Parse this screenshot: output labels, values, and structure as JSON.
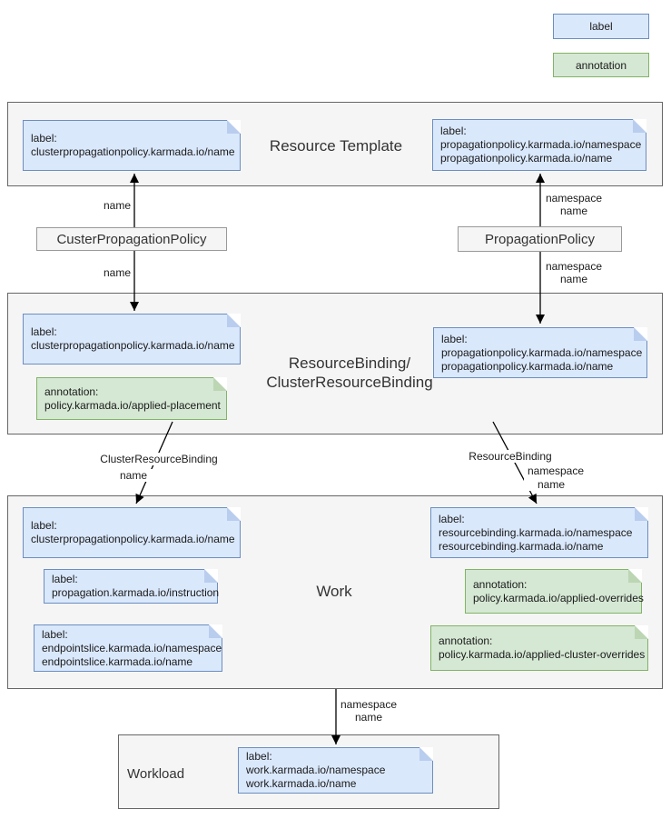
{
  "legend": {
    "label": "label",
    "annotation": "annotation"
  },
  "containers": {
    "resource_template": {
      "title": "Resource Template"
    },
    "resource_binding": {
      "title_line1": "ResourceBinding/",
      "title_line2": "ClusterResourceBinding"
    },
    "work": {
      "title": "Work"
    },
    "workload": {
      "title": "Workload"
    }
  },
  "policies": {
    "cluster_propagation_policy": "CusterPropagationPolicy",
    "propagation_policy": "PropagationPolicy"
  },
  "notes": {
    "rt_label_left": {
      "type": "label",
      "lines": [
        "label:",
        "clusterpropagationpolicy.karmada.io/name"
      ]
    },
    "rt_label_right": {
      "type": "label",
      "lines": [
        "label:",
        "propagationpolicy.karmada.io/namespace",
        "propagationpolicy.karmada.io/name"
      ]
    },
    "rb_label_left": {
      "type": "label",
      "lines": [
        "label:",
        "clusterpropagationpolicy.karmada.io/name"
      ]
    },
    "rb_annotation_placement": {
      "type": "annotation",
      "lines": [
        "annotation:",
        "policy.karmada.io/applied-placement"
      ]
    },
    "rb_label_right": {
      "type": "label",
      "lines": [
        "label:",
        "propagationpolicy.karmada.io/namespace",
        "propagationpolicy.karmada.io/name"
      ]
    },
    "work_label_cpp": {
      "type": "label",
      "lines": [
        "label:",
        "clusterpropagationpolicy.karmada.io/name"
      ]
    },
    "work_label_instruction": {
      "type": "label",
      "lines": [
        "label:",
        "propagation.karmada.io/instruction"
      ]
    },
    "work_label_endpointslice": {
      "type": "label",
      "lines": [
        "label:",
        "endpointslice.karmada.io/namespace",
        "endpointslice.karmada.io/name"
      ]
    },
    "work_label_resourcebinding": {
      "type": "label",
      "lines": [
        "label:",
        "resourcebinding.karmada.io/namespace",
        "resourcebinding.karmada.io/name"
      ]
    },
    "work_annotation_overrides": {
      "type": "annotation",
      "lines": [
        "annotation:",
        "policy.karmada.io/applied-overrides"
      ]
    },
    "work_annotation_cluster_overrides": {
      "type": "annotation",
      "lines": [
        "annotation:",
        "policy.karmada.io/applied-cluster-overrides"
      ]
    },
    "workload_label_work": {
      "type": "label",
      "lines": [
        "label:",
        "work.karmada.io/namespace",
        "work.karmada.io/name"
      ]
    }
  },
  "edge_labels": {
    "cpp_to_template": "name",
    "cpp_to_binding": "name",
    "pp_to_template": {
      "lines": [
        "namespace",
        "name"
      ]
    },
    "pp_to_binding": {
      "lines": [
        "namespace",
        "name"
      ]
    },
    "binding_to_work_left": {
      "lines": [
        "ClusterResourceBinding",
        "name"
      ]
    },
    "binding_to_work_right": {
      "lines": [
        "ResourceBinding",
        "namespace",
        "name"
      ]
    },
    "work_to_workload": {
      "lines": [
        "namespace",
        "name"
      ]
    }
  },
  "colors": {
    "label_fill": "#dae8fc",
    "label_border": "#6c8ebf",
    "annotation_fill": "#d5e8d4",
    "annotation_border": "#82b366",
    "container_fill": "#f5f5f5",
    "container_border": "#666666",
    "arrow": "#000000"
  }
}
